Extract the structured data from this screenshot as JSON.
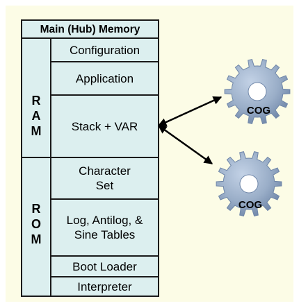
{
  "memory": {
    "header": "Main (Hub) Memory",
    "ram_label": [
      "R",
      "A",
      "M"
    ],
    "rom_label": [
      "R",
      "O",
      "M"
    ],
    "ram_sections": [
      "Configuration",
      "Application",
      "Stack + VAR"
    ],
    "rom_sections": [
      "Character\nSet",
      "Log, Antilog, &\nSine Tables",
      "Boot Loader",
      "Interpreter"
    ]
  },
  "cogs": [
    {
      "label": "COG"
    },
    {
      "label": "COG"
    }
  ],
  "colors": {
    "background": "#fcfce6",
    "cell_fill": "#dcefef",
    "border": "#1a1a1a",
    "gear_fill": "#9aaec8",
    "gear_dark": "#6f86a8"
  }
}
